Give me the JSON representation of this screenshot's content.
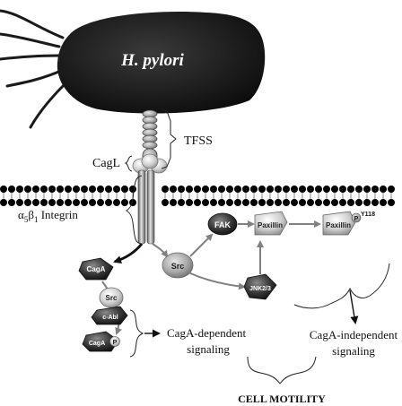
{
  "title": "",
  "labels": {
    "organism": "H. pylori",
    "tfss": "TFSS",
    "cagl": "CagL",
    "integrin_alpha": "α",
    "integrin_alpha_sub": "5",
    "integrin_beta": "β",
    "integrin_beta_sub": "1",
    "integrin_word": " Integrin",
    "cag_dependent_line1": "CagA-dependent",
    "cag_dependent_line2": "signaling",
    "cag_independent_line1": "CagA-independent",
    "cag_independent_line2": "signaling",
    "cell_motility": "CELL MOTILITY"
  },
  "nodes": {
    "fak": "FAK",
    "paxillin": "Paxillin",
    "paxillin_p": "Paxillin",
    "paxillin_p_mark": "P",
    "paxillin_p_site": "Y118",
    "src": "Src",
    "jnk": "JNK2/3",
    "caga": "CagA",
    "src_small": "Src",
    "cabl": "c-Abl",
    "caga_p": "CagA",
    "caga_p_mark": "P"
  },
  "colors": {
    "background": "#ffffff",
    "bacterium": "#161616",
    "membrane": "#000000",
    "node_dark": "#3a3a3a",
    "node_light": "#cfcfcf",
    "arrow": "#808080",
    "text": "#111111",
    "text_light": "#ffffff"
  }
}
